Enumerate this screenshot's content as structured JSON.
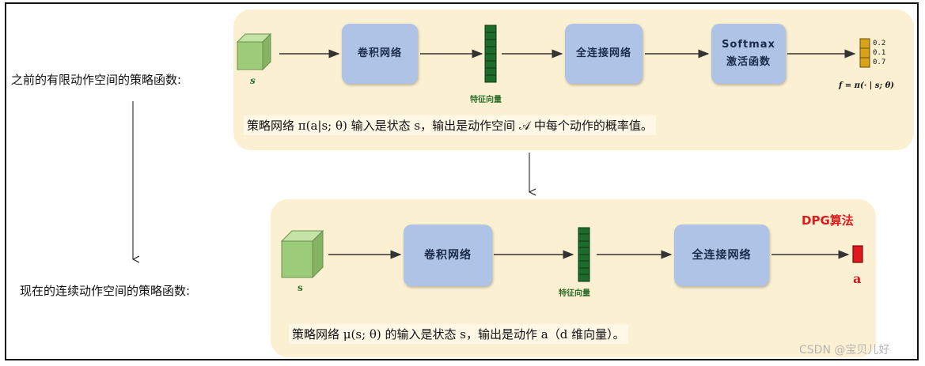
{
  "left_labels": {
    "previous": "之前的有限动作空间的策略函数:",
    "current": "现在的连续动作空间的策略函数:"
  },
  "top_panel": {
    "input_label": "s",
    "conv_box": "卷积网络",
    "feature_label": "特征向量",
    "fc_box": "全连接网络",
    "softmax_line1": "Softmax",
    "softmax_line2": "激活函数",
    "probs": [
      "0.2",
      "0.1",
      "0.7"
    ],
    "output_formula": "f = π(· | s; θ)",
    "caption": "策略网络 π(a|s; θ) 输入是状态 s，输出是动作空间 𝒜 中每个动作的概率值。"
  },
  "bottom_panel": {
    "input_label": "s",
    "conv_box": "卷积网络",
    "feature_label": "特征向量",
    "fc_box": "全连接网络",
    "algo_tag": "DPG算法",
    "output_label": "a",
    "caption": "策略网络 μ(s; θ) 的输入是状态 s，输出是动作 a（d 维向量）。"
  },
  "watermark": "CSDN @宝贝儿好",
  "colors": {
    "panel": "#fbf0d2",
    "box": "#aec3e6",
    "cube": "#9ccc7a",
    "feature_cells": "#1f6b2c",
    "prob_cells": "#d9a21b",
    "output_cell": "#e0191e"
  }
}
